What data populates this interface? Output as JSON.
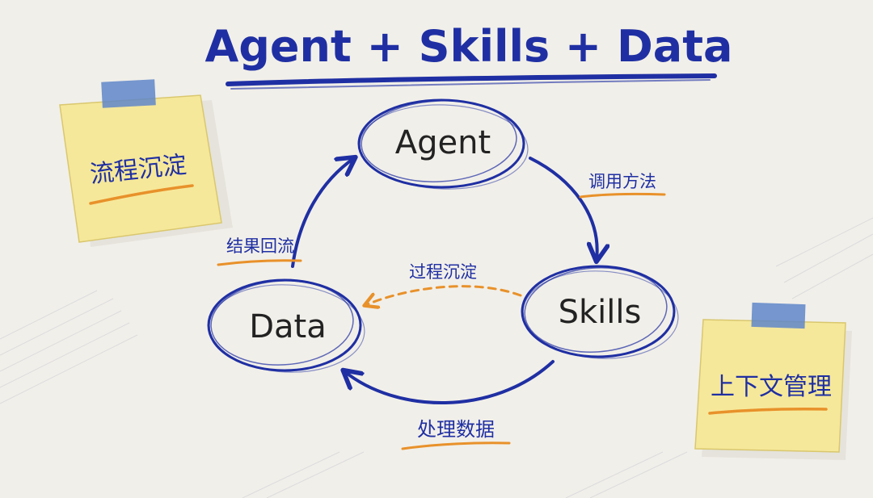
{
  "title": "Agent + Skills + Data",
  "nodes": {
    "agent": "Agent",
    "skills": "Skills",
    "data": "Data"
  },
  "edges": {
    "agent_to_skills": "调用方法",
    "skills_to_data": "处理数据",
    "data_to_agent": "结果回流",
    "skills_to_data_dashed": "过程沉淀"
  },
  "notes": {
    "left": "流程沉淀",
    "right": "上下文管理"
  },
  "colors": {
    "ink_blue": "#1f2fa3",
    "accent_orange": "#e8912a",
    "note_yellow": "#f6e89a",
    "tape_blue": "#5f86c9",
    "paper": "#f1efe9",
    "text_dark": "#222222"
  }
}
